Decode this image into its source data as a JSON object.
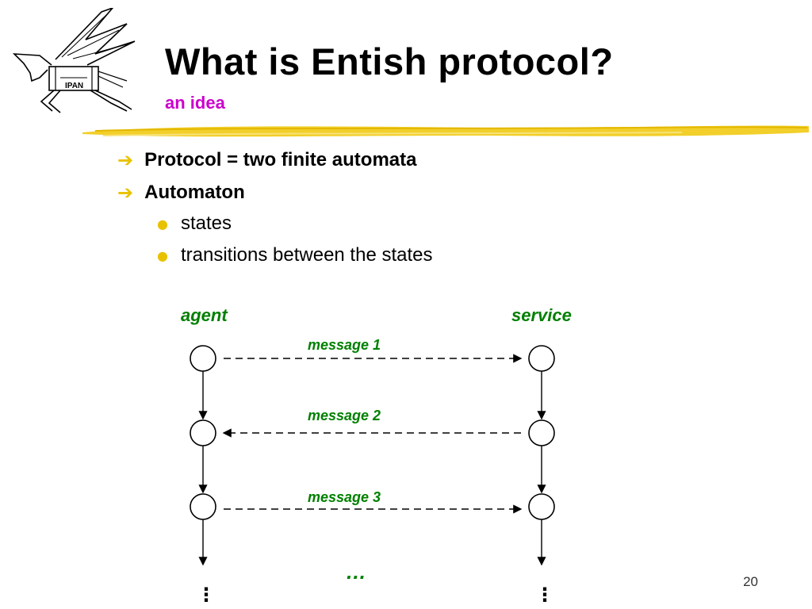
{
  "slide": {
    "title": "What is Entish protocol?",
    "subtitle": "an idea",
    "page_number": "20",
    "accent_color": "#e8c200",
    "subtitle_color": "#cc00cc",
    "diagram_text_color": "#008000"
  },
  "logo": {
    "text": "IPAN"
  },
  "bullets": [
    {
      "text": "Protocol = two finite automata"
    },
    {
      "text": "Automaton"
    }
  ],
  "sub_bullets": [
    {
      "text": "states"
    },
    {
      "text": "transitions between the states"
    }
  ],
  "diagram": {
    "left_label": "agent",
    "right_label": "service",
    "messages": [
      {
        "label": "message 1"
      },
      {
        "label": "message 2"
      },
      {
        "label": "message 3"
      }
    ],
    "continuation": "…",
    "left_more": "⋮",
    "right_more": "⋮"
  }
}
